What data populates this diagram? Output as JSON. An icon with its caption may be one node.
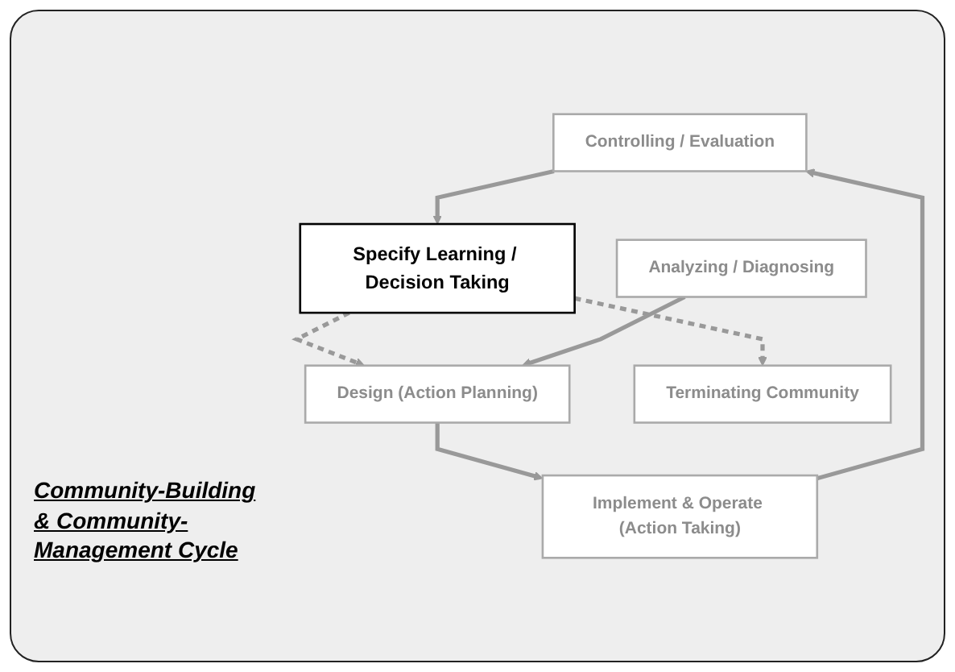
{
  "diagram": {
    "nodes": [
      {
        "text": [
          "Controlling / Evaluation"
        ]
      },
      {
        "text": [
          "Specify Learning / Decision Taking"
        ]
      },
      {
        "text": [
          "Design (Action Planning)"
        ]
      },
      {
        "text": [
          "Terminating Community"
        ]
      },
      {
        "text": [
          "Implement & Operate (Action Taking)"
        ]
      },
      {
        "text": [
          "Analyzing / Diagnosing"
        ]
      }
    ],
    "edges": [
      {
        "from": 0,
        "to": 1,
        "arrow": "to"
      },
      {
        "from": 1,
        "to": 2,
        "arrow": "to",
        "style": "dashed"
      },
      {
        "from": 1,
        "to": 3,
        "arrow": "to",
        "style": "dashed"
      },
      {
        "from": 2,
        "to": 4,
        "arrow": "to"
      },
      {
        "from": 4,
        "to": 0,
        "arrow": "to"
      },
      {
        "from": 5,
        "to": 2,
        "arrow": "to"
      }
    ],
    "labels": [
      "Community-Building & Community-Management Cycle"
    ]
  }
}
